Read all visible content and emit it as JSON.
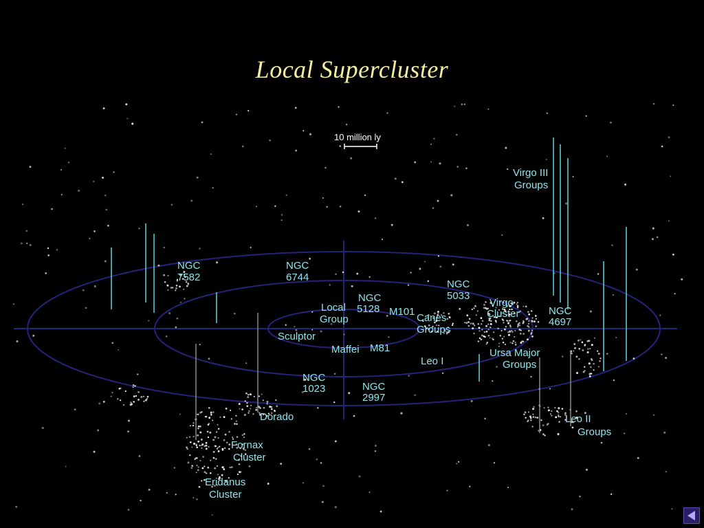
{
  "title": "Local Supercluster",
  "scale_bar": {
    "label": "10 million ly"
  },
  "labels": {
    "virgo_iii": [
      "Virgo III",
      "Groups"
    ],
    "ngc7582": [
      "NGC",
      "7582"
    ],
    "ngc6744": [
      "NGC",
      "6744"
    ],
    "ngc5033": [
      "NGC",
      "5033"
    ],
    "local_group": [
      "Local",
      "Group"
    ],
    "ngc5128": [
      "NGC",
      "5128"
    ],
    "m101": [
      "M101"
    ],
    "canes": [
      "Canes",
      "Groups"
    ],
    "virgo_cluster": [
      "Virgo",
      "Cluster"
    ],
    "ngc4697": [
      "NGC",
      "4697"
    ],
    "sculptor": [
      "Sculptor"
    ],
    "maffei": [
      "Maffei"
    ],
    "m81": [
      "M81"
    ],
    "leo_i": [
      "Leo I"
    ],
    "ursa_major": [
      "Ursa Major",
      "Groups"
    ],
    "ngc1023": [
      "NGC",
      "1023"
    ],
    "ngc2997": [
      "NGC",
      "2997"
    ],
    "dorado": [
      "Dorado"
    ],
    "leo_ii": [
      "Leo II",
      "Groups"
    ],
    "fornax": [
      "Fornax",
      "Cluster"
    ],
    "eridanus": [
      "Eridanus",
      "Cluster"
    ]
  },
  "colors": {
    "background": "#000000",
    "title": "#f4efa0",
    "label": "#8fe6ec",
    "plane": "#23247a",
    "scale": "#ffffff"
  },
  "nav": {
    "icon": "back-arrow-icon"
  }
}
